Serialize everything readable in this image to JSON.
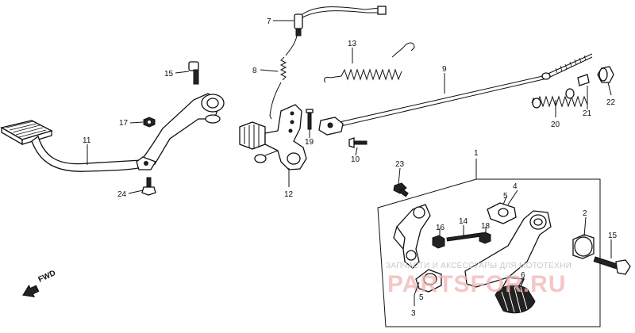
{
  "callouts": {
    "p1": "1",
    "p2": "2",
    "p3": "3",
    "p4": "4",
    "p5a": "5",
    "p5b": "5",
    "p6": "6",
    "p7": "7",
    "p8": "8",
    "p9": "9",
    "p10": "10",
    "p11": "11",
    "p12": "12",
    "p13": "13",
    "p14": "14",
    "p15a": "15",
    "p15b": "15",
    "p16": "16",
    "p17": "17",
    "p18": "18",
    "p19": "19",
    "p20": "20",
    "p21": "21",
    "p22": "22",
    "p23": "23",
    "p24": "24"
  },
  "direction_label": "FWD",
  "watermark": {
    "text": "ЗАПЧАСТИ И АКСЕССУАРЫ ДЛЯ МОТОТЕХНИ",
    "logo": "PARTSFOR.RU"
  }
}
